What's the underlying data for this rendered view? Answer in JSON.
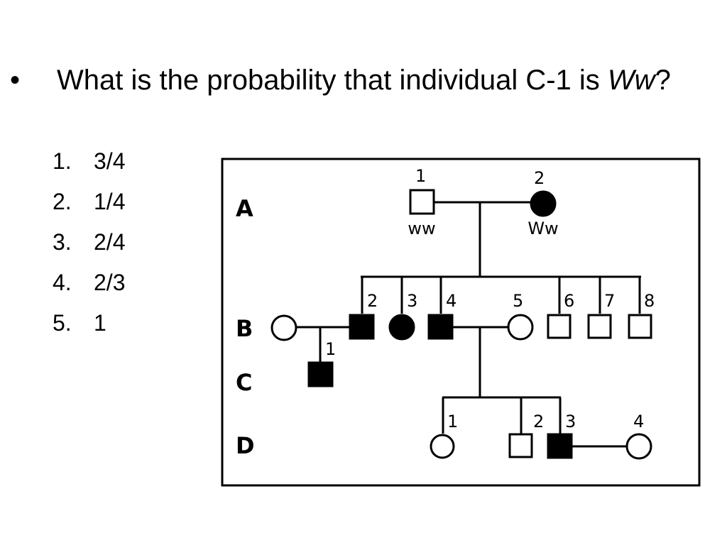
{
  "slide": {
    "bullet": "•",
    "question_part1": "What is the probability that individual C-1 is ",
    "question_genotype": "Ww",
    "question_end": "?",
    "options": [
      {
        "num": "1.",
        "text": "3/4"
      },
      {
        "num": "2.",
        "text": "1/4"
      },
      {
        "num": "3.",
        "text": "2/4"
      },
      {
        "num": "4.",
        "text": "2/3"
      },
      {
        "num": "5.",
        "text": "1"
      }
    ]
  },
  "pedigree": {
    "generations": [
      "A",
      "B",
      "C",
      "D"
    ],
    "individuals": {
      "A1": {
        "number": "1",
        "sex": "male",
        "affected": false,
        "genotype": "ww"
      },
      "A2": {
        "number": "2",
        "sex": "female",
        "affected": true,
        "genotype": "Ww"
      },
      "B1": {
        "number": "",
        "sex": "female",
        "affected": false
      },
      "B2": {
        "number": "2",
        "sex": "male",
        "affected": true
      },
      "B3": {
        "number": "3",
        "sex": "female",
        "affected": true
      },
      "B4": {
        "number": "4",
        "sex": "male",
        "affected": true
      },
      "B5": {
        "number": "5",
        "sex": "female",
        "affected": false
      },
      "B6": {
        "number": "6",
        "sex": "male",
        "affected": false
      },
      "B7": {
        "number": "7",
        "sex": "male",
        "affected": false
      },
      "B8": {
        "number": "8",
        "sex": "male",
        "affected": false
      },
      "C1": {
        "number": "1",
        "sex": "male",
        "affected": true
      },
      "D1": {
        "number": "1",
        "sex": "female",
        "affected": false
      },
      "D2": {
        "number": "2",
        "sex": "male",
        "affected": false
      },
      "D3": {
        "number": "3",
        "sex": "male",
        "affected": true
      },
      "D4": {
        "number": "4",
        "sex": "female",
        "affected": false
      }
    }
  }
}
